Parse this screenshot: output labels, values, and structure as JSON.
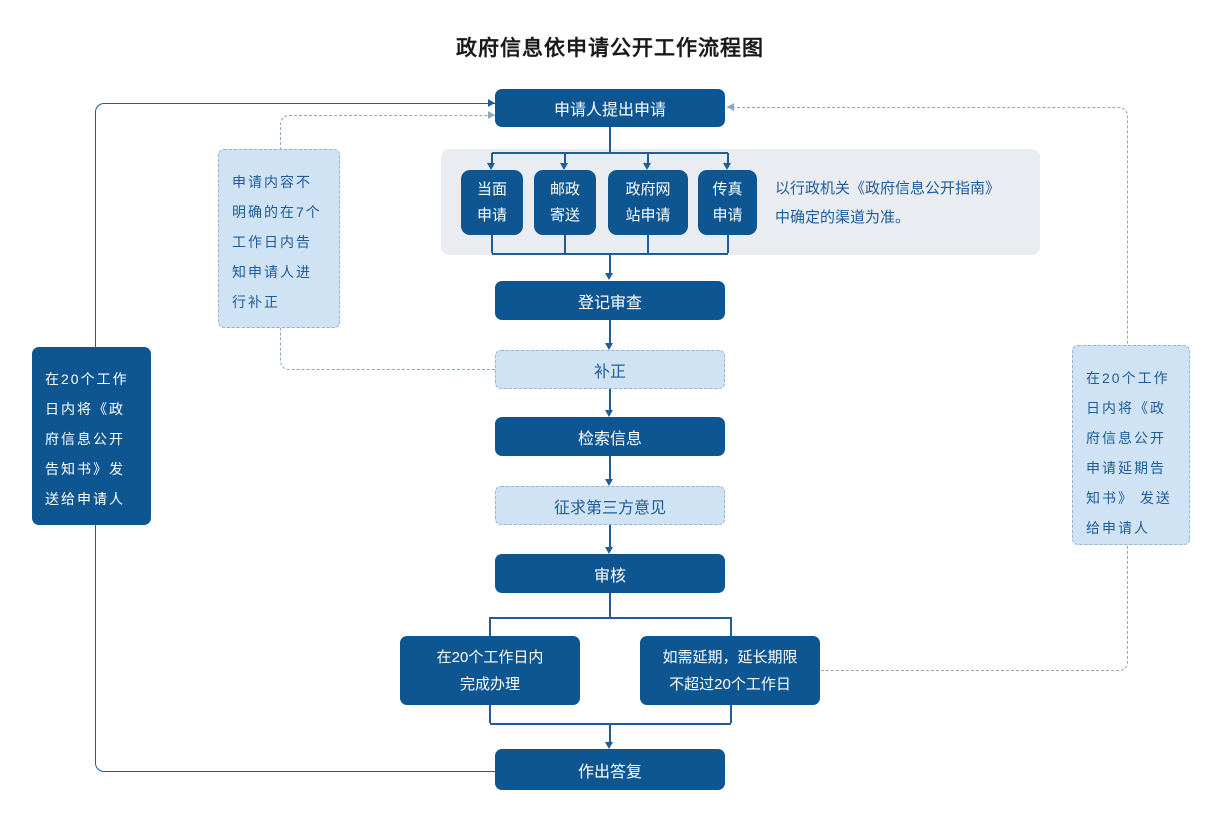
{
  "title": "政府信息依申请公开工作流程图",
  "nodes": {
    "apply": "申请人提出申请",
    "channel_1": "当面\n申请",
    "channel_2": "邮政\n寄送",
    "channel_3": "政府网\n站申请",
    "channel_4": "传真\n申请",
    "channel_note": "以行政机关《政府信息公开指南》\n中确定的渠道为准。",
    "register": "登记审查",
    "correction": "补正",
    "retrieve": "检索信息",
    "third_party": "征求第三方意见",
    "review": "审核",
    "branch_complete": "在20个工作日内\n完成办理",
    "branch_extension": "如需延期，延长期限\n不超过20个工作日",
    "reply": "作出答复",
    "correction_notice": "申请内容不\n明确的在7个\n工作日内告\n知申请人进\n行补正",
    "disclosure_notice": "在20个工作\n日内将《政\n府信息公开\n告知书》发\n送给申请人",
    "extension_notice": "在20个工作\n日内将《政\n府信息公开\n申请延期告\n知书》 发送\n给申请人"
  },
  "colors": {
    "primary_dark": "#0e5692",
    "light_fill": "#cfe3f4",
    "container_fill": "#e9edf2",
    "solid_line": "#1f5c99",
    "dashed_line": "#8ba7c7",
    "dashed_border": "#93b5d4",
    "light_text": "#1f5c99",
    "title_text": "#1a1a1a"
  }
}
